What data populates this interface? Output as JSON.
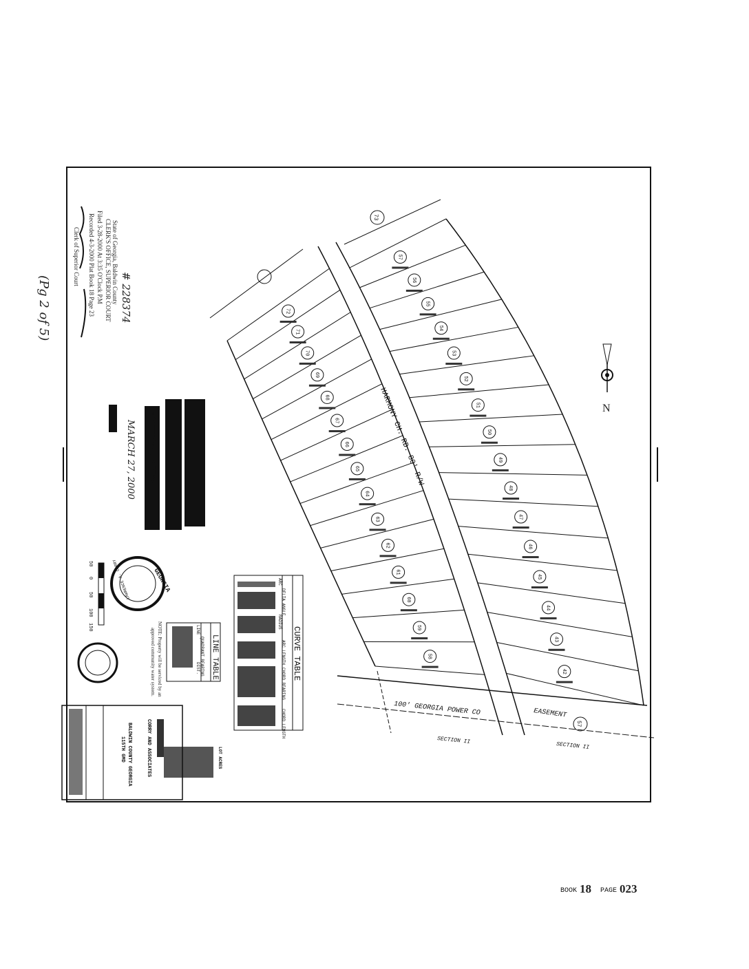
{
  "page_note": "(Pg 2 of 5)",
  "clerk_stamp": {
    "number": "# 228374",
    "line1": "State of Georgia, Baldwin County",
    "line2": "CLERK'S OFFICE, SUPERIOR COURT",
    "filed": "Filed 3-28-2000 At 3:35 O'Clock P.M",
    "recorded": "Recorded 4-3-2000 Plat Book 18 Page 23",
    "clerk": "Clerk of Superior Court"
  },
  "surveyor_cert": {
    "date": "MARCH 27, 2000"
  },
  "road_label": "HARMONY CH. RD. 80' R/W",
  "easement": {
    "line1": "100' GEORGIA POWER CO",
    "line2": "EASEMENT"
  },
  "section_labels": [
    "SECTION II",
    "SECTION II"
  ],
  "north_label": "N",
  "adjacent_lots": [
    "73",
    "57"
  ],
  "lots": {
    "left": [
      "72",
      "71",
      "70",
      "69",
      "68",
      "67",
      "66",
      "65",
      "64",
      "63",
      "62",
      "61",
      "60",
      "59",
      "58"
    ],
    "right": [
      "57",
      "56",
      "55",
      "54",
      "53",
      "52",
      "51",
      "50",
      "49",
      "48",
      "47",
      "46",
      "45",
      "44",
      "43",
      "42"
    ]
  },
  "curve_table": {
    "title": "CURVE TABLE",
    "headers": [
      "ARC",
      "DELTA ANGLE",
      "RADIUS",
      "ARC LENGTH",
      "CHORD BEARING",
      "CHORD LENGTH"
    ]
  },
  "line_table": {
    "title": "LINE TABLE",
    "headers": [
      "LINE",
      "QUADRANT BEARING",
      "DIST."
    ]
  },
  "note": "NOTE: Property will be serviced by an",
  "note2": "approved community water system.",
  "acreage_table": {
    "header": "LOT ACRES"
  },
  "scale_labels": [
    "50",
    "0",
    "50",
    "100",
    "150"
  ],
  "seal": {
    "top": "GEORGIA",
    "bottom": "LAWRENCE A. CORRY"
  },
  "title_block": {
    "firm": "CORRY AND ASSOCIATES",
    "county": "BALDWIN COUNTY GEORGIA",
    "district": "115TH GMD"
  },
  "book": {
    "book_label": "BOOK",
    "book": "18",
    "page_label": "PAGE",
    "page": "023"
  }
}
